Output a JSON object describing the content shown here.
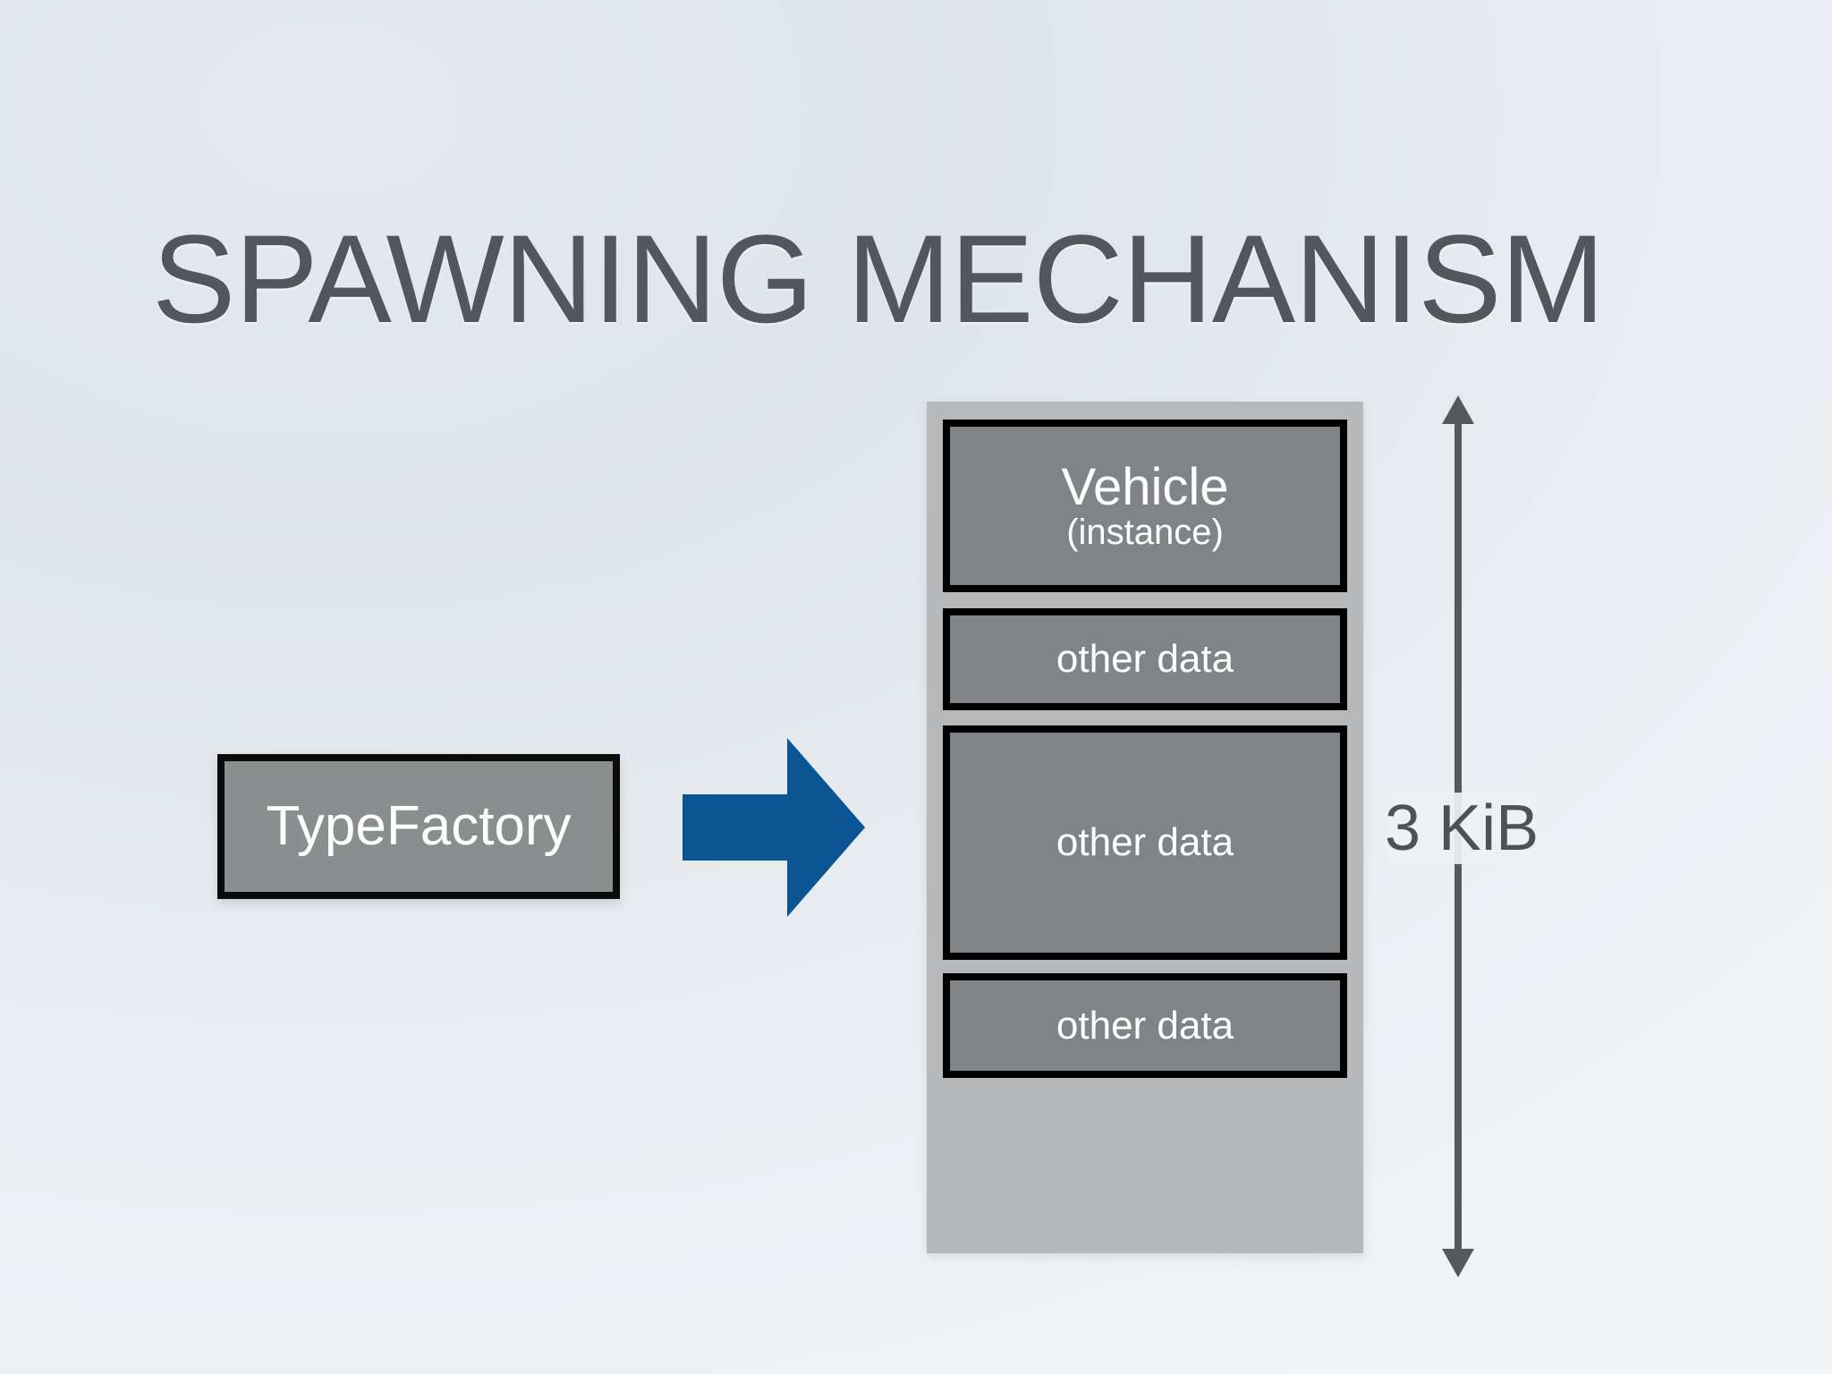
{
  "slide": {
    "title": "SPAWNING MECHANISM",
    "background_top_color": "#dfe4ea",
    "background_bottom_color": "#f2f4f7"
  },
  "source_node": {
    "label": "TypeFactory",
    "fill_color": "#8a8e8f",
    "border_color": "#0b0b0b",
    "text_color": "#ffffff"
  },
  "transition": {
    "icon": "right-arrow-icon",
    "color": "#0b5594"
  },
  "memory_layout": {
    "container_color": "#b6b8ba",
    "block_fill_color": "#808486",
    "block_border_color": "#000000",
    "blocks": [
      {
        "title": "Vehicle",
        "subtitle": "(instance)"
      },
      {
        "title": "other data",
        "subtitle": ""
      },
      {
        "title": "other data",
        "subtitle": ""
      },
      {
        "title": "other data",
        "subtitle": ""
      }
    ]
  },
  "size_annotation": {
    "label": "3 KiB",
    "icon": "double-headed-vertical-arrow-icon",
    "color": "#4f5154"
  }
}
